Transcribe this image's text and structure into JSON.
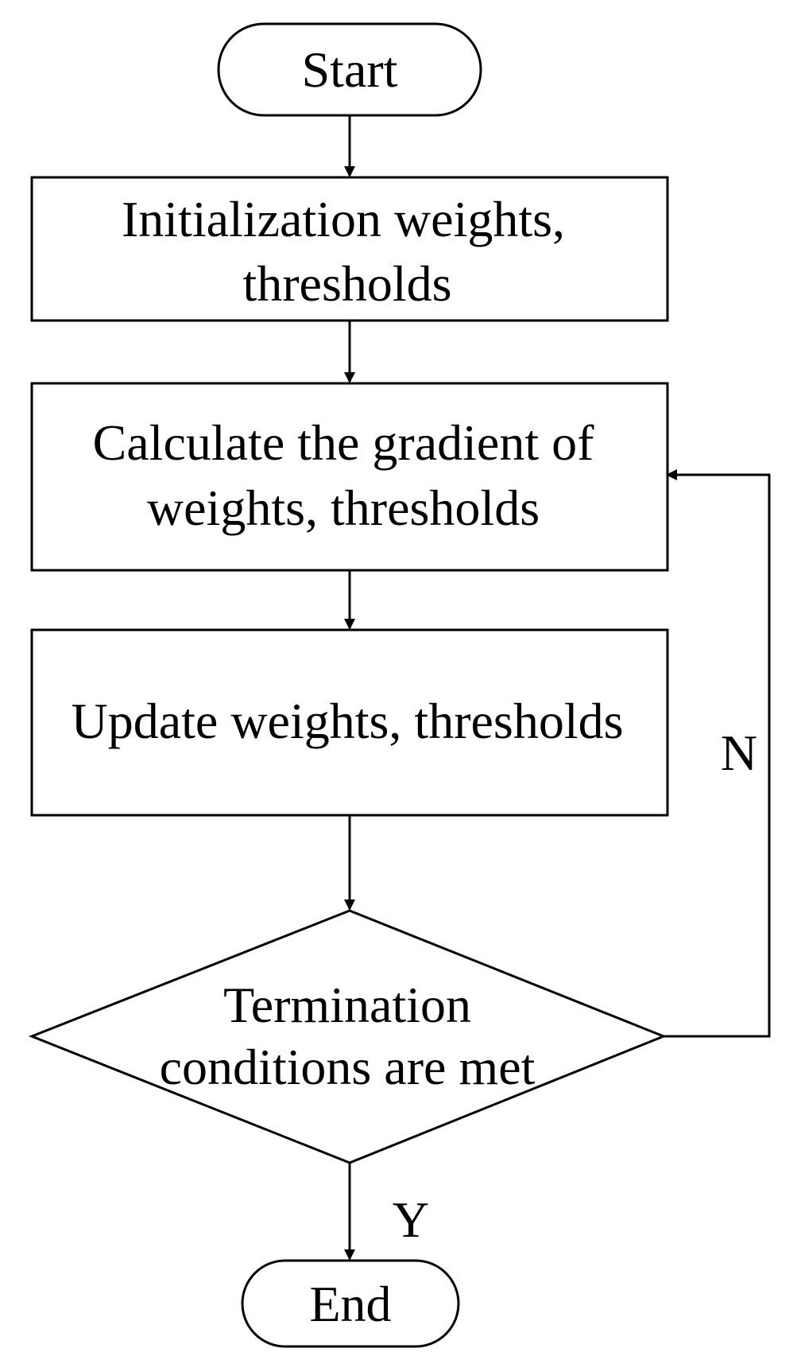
{
  "nodes": {
    "start": {
      "label": "Start"
    },
    "init": {
      "line1": "Initialization weights,",
      "line2": "thresholds"
    },
    "calc": {
      "line1": "Calculate the gradient of",
      "line2": "weights, thresholds"
    },
    "update": {
      "label": "Update weights, thresholds"
    },
    "decision": {
      "line1": "Termination",
      "line2": "conditions are met"
    },
    "end": {
      "label": "End"
    }
  },
  "edges": {
    "no_label": "N",
    "yes_label": "Y"
  },
  "colors": {
    "stroke": "#000000",
    "background": "#ffffff",
    "text": "#000000"
  }
}
